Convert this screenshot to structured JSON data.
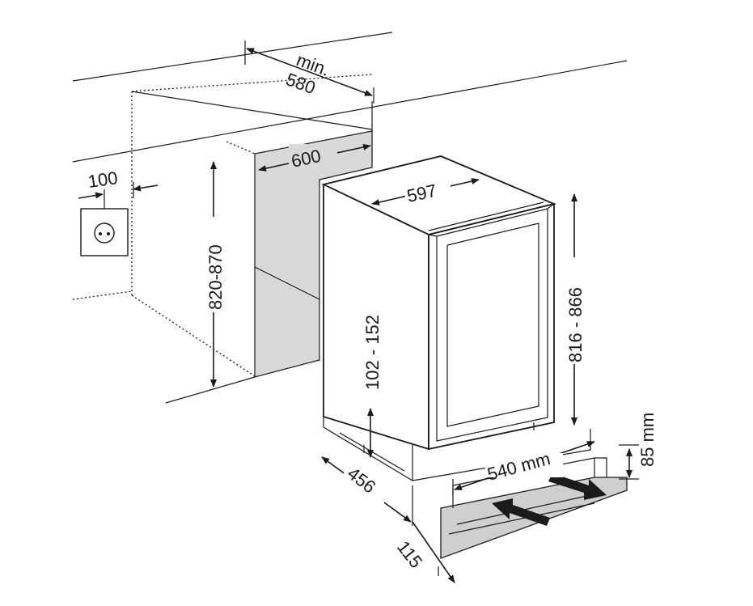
{
  "diagram": {
    "labels": {
      "min": "min.",
      "depth_580": "580",
      "width_600": "600",
      "socket_offset": "100",
      "niche_height": "820-870",
      "top_width": "597",
      "device_height": "816 - 866",
      "plinth_height": "102 - 152",
      "depth_456": "456",
      "grille_width": "540 mm",
      "grille_height": "85 mm",
      "plinth_depth": "115"
    },
    "colors": {
      "line": "#1a1a1a",
      "niche_fill": "#d9d9d9",
      "grille_fill": "#cfcfcf",
      "background": "#ffffff"
    }
  }
}
